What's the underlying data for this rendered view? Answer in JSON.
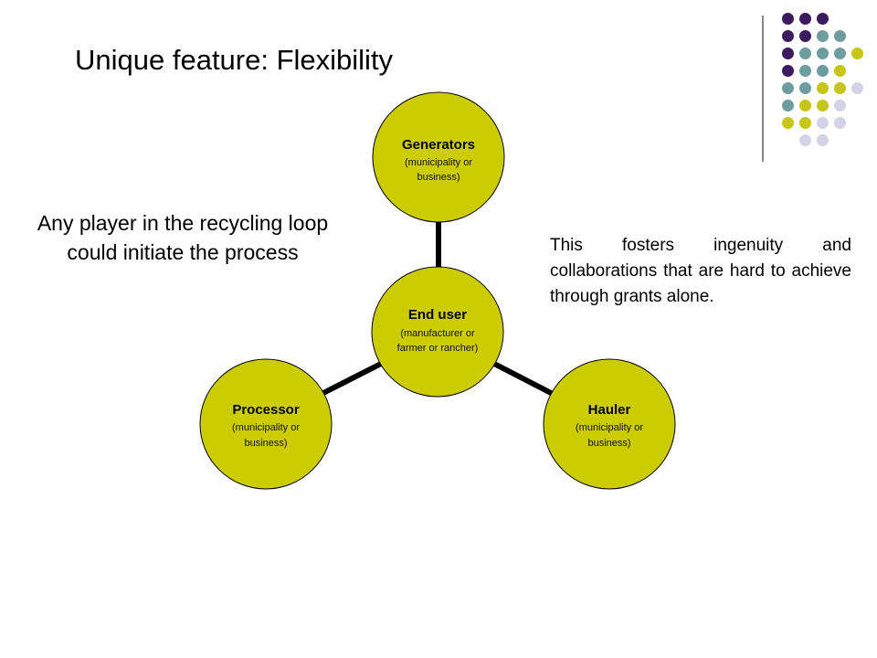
{
  "slide": {
    "title": "Unique feature: Flexibility",
    "left_note": "Any player in the recycling loop could initiate the process",
    "right_note": "This fosters ingenuity and collaborations that are hard to achieve through grants alone."
  },
  "colors": {
    "node_fill": "#cccc00",
    "connector": "#000000",
    "dot_purple": "#3c1a5e",
    "dot_teal": "#6f9c9e",
    "dot_olive": "#c6c61a",
    "dot_lavender": "#d4d2e6"
  },
  "diagram": {
    "center": {
      "title": "End user",
      "sub1": "(manufacturer or",
      "sub2": "farmer or rancher)"
    },
    "top": {
      "title": "Generators",
      "sub1": "(municipality or",
      "sub2": "business)"
    },
    "left": {
      "title": "Processor",
      "sub1": "(municipality or",
      "sub2": "business)"
    },
    "right": {
      "title": "Hauler",
      "sub1": "(municipality or",
      "sub2": "business)"
    }
  },
  "decoration": {
    "dot_rows": [
      [
        "purple",
        "purple",
        "purple"
      ],
      [
        "purple",
        "purple",
        "teal",
        "teal"
      ],
      [
        "purple",
        "teal",
        "teal",
        "teal",
        "olive"
      ],
      [
        "purple",
        "teal",
        "teal",
        "olive"
      ],
      [
        "teal",
        "teal",
        "olive",
        "olive",
        "lavender"
      ],
      [
        "teal",
        "olive",
        "olive",
        "lavender"
      ],
      [
        "olive",
        "olive",
        "lavender",
        "lavender"
      ],
      [
        "lavender",
        "lavender"
      ]
    ]
  }
}
